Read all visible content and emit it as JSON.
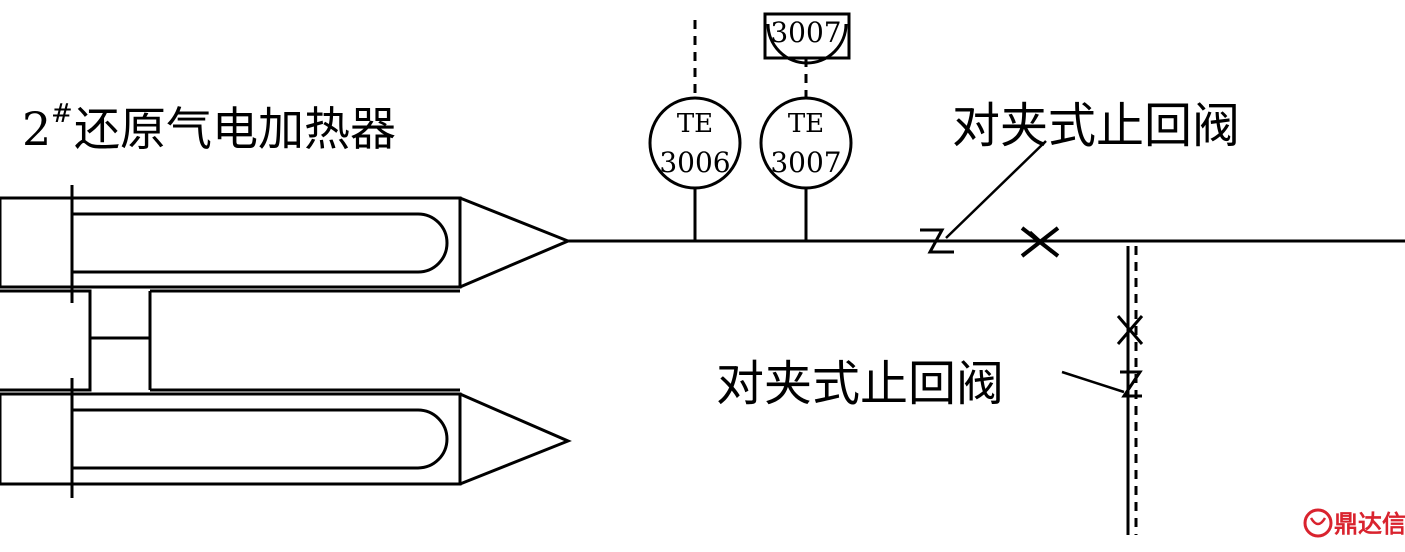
{
  "title": {
    "number": "2",
    "superscript": "#",
    "text": "还原气电加热器"
  },
  "instruments": [
    {
      "tag": "TE",
      "number": "3006"
    },
    {
      "tag": "TE",
      "number": "3007"
    }
  ],
  "indicator_box": {
    "number": "3007"
  },
  "valve_labels": {
    "main_line": "对夹式止回阀",
    "branch_line": "对夹式止回阀"
  },
  "watermark": {
    "text": "鼎达信"
  },
  "colors": {
    "line": "#000000",
    "watermark": "#d9232e",
    "background": "#ffffff"
  }
}
